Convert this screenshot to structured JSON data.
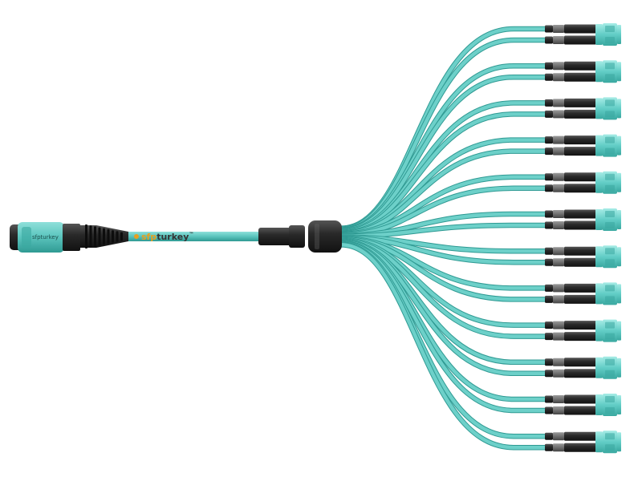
{
  "image": {
    "subject": "mpo-to-lc-breakout-cable",
    "background_color": "#ffffff"
  },
  "brand": {
    "name_prefix": "sfp",
    "name_suffix": "turkey",
    "trademark": "™",
    "connector_label": "sfpturkey",
    "prefix_color": "#e8a020",
    "suffix_color": "#333333"
  },
  "colors": {
    "aqua": "#5ec7c0",
    "aqua_dark": "#2f9a93",
    "aqua_light": "#8fe0da",
    "black": "#222222",
    "gray": "#6f6f6f"
  },
  "icons": {
    "mpo_connector": "mpo-connector-icon",
    "strain_boot": "boot-icon",
    "fanout": "fanout-icon",
    "lc_duplex": "lc-duplex-connector-icon"
  },
  "breakout": {
    "duplex_pairs": 12,
    "fibers": 24
  }
}
